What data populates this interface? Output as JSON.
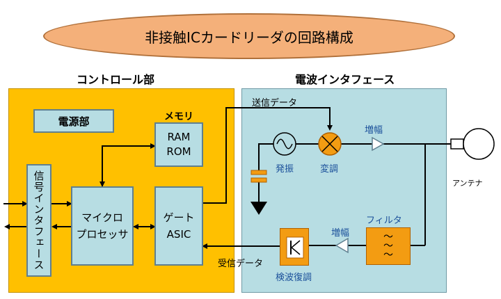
{
  "title": "非接触ICカードリーダの回路構成",
  "control": {
    "title": "コントロール部",
    "power": "電源部",
    "memory_label": "メモリ",
    "ram": "RAM",
    "rom": "ROM",
    "signal_interface": "信号インタフェース",
    "microprocessor_line1": "マイクロ",
    "microprocessor_line2": "プロセッサ",
    "gate_line1": "ゲート",
    "gate_line2": "ASIC"
  },
  "radio": {
    "title": "電波インタフェース",
    "send_data": "送信データ",
    "receive_data": "受信データ",
    "oscillator": "発振",
    "modulator": "変調",
    "amp_top": "増幅",
    "amp_bottom": "増幅",
    "filter": "フィルタ",
    "demodulator": "検波復調",
    "antenna": "アンテナ"
  },
  "colors": {
    "control_bg": "#ffc000",
    "radio_bg": "#b7dde3",
    "block_orange": "#f39c12",
    "ellipse": "#f4b07a"
  }
}
